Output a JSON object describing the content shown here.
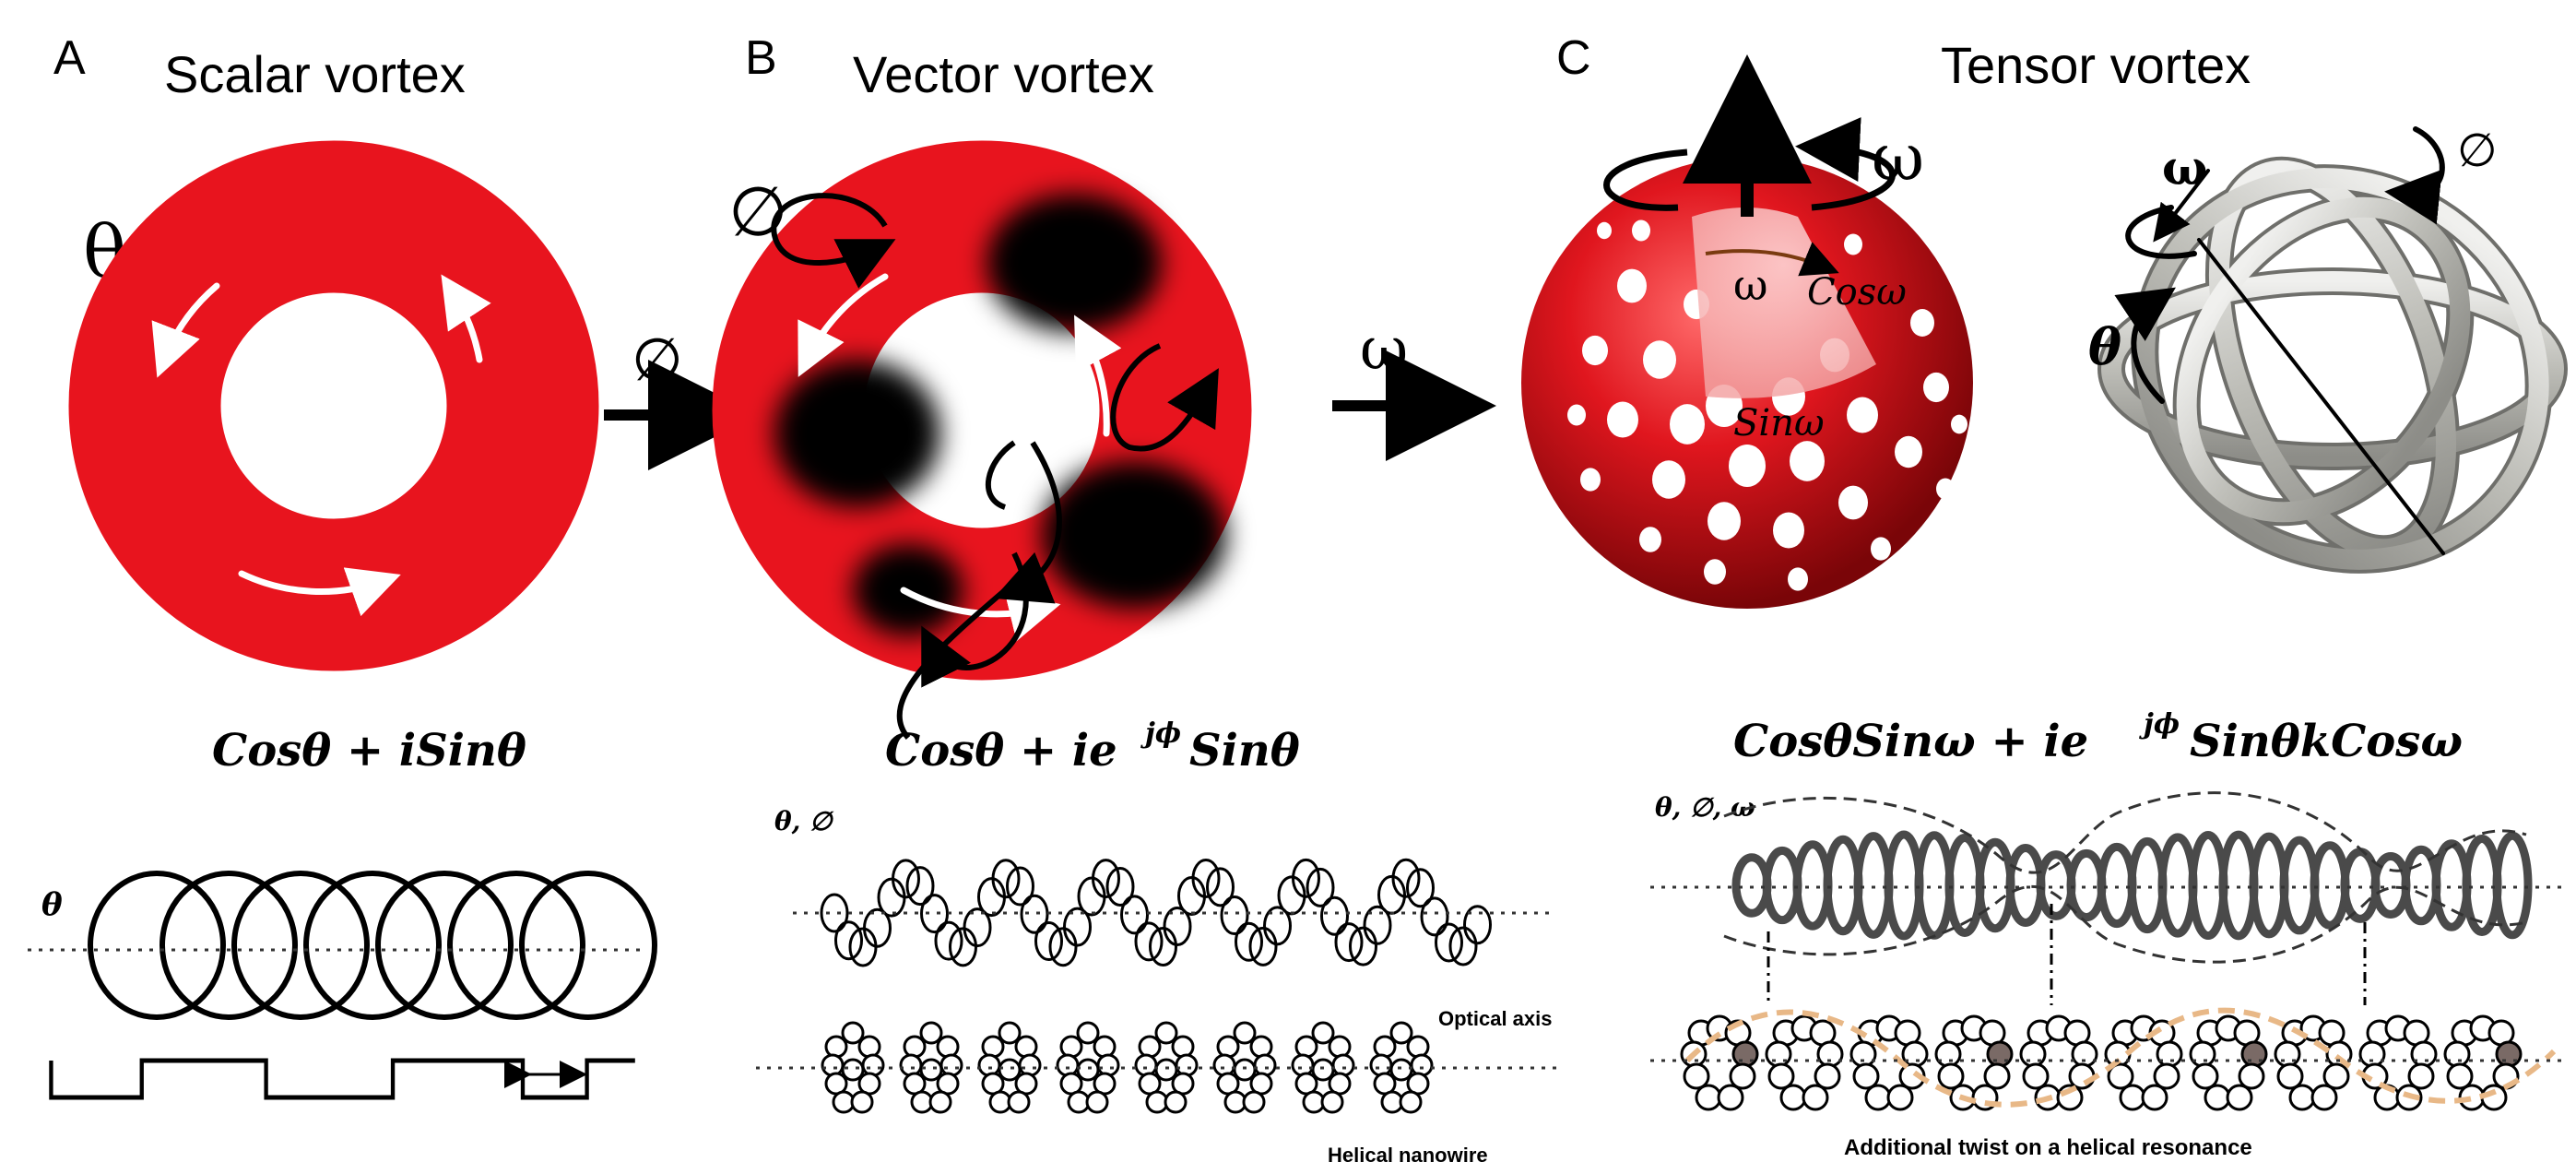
{
  "panels": {
    "a": {
      "letter": "A",
      "title": "Scalar vortex",
      "symbol": "θ",
      "equation": "Cosθ + iSinθ",
      "axis_label": "θ"
    },
    "b": {
      "letter": "B",
      "title": "Vector vortex",
      "symbol": "∅",
      "equation_main": "Cosθ + ie",
      "equation_sup": "jϕ",
      "equation_tail": "Sinθ",
      "axis_label": "θ, ∅",
      "optical_axis": "Optical axis",
      "nanowire": "Helical nanowire"
    },
    "c": {
      "letter": "C",
      "title": "Tensor vortex",
      "omega_top": "ω",
      "omega_inner": "ω",
      "cos_label": "Cosω",
      "sin_label": "Sinω",
      "gyro_omega": "ω",
      "gyro_phi": "∅",
      "gyro_theta": "θ",
      "equation_main": "CosθSinω + ie",
      "equation_sup": "jϕ",
      "equation_tail": "SinθkCosω",
      "axis_label": "θ, ∅, ω",
      "twist_caption": "Additional twist on a helical resonance"
    }
  },
  "arrows": {
    "phi": "∅",
    "omega": "ω"
  },
  "colors": {
    "ring_red": "#e8141e",
    "sphere_red": "#d7191f",
    "ring_dark": "#000000",
    "gyro_grey": "#c9c9c4",
    "twist_orange": "#e8b887"
  }
}
